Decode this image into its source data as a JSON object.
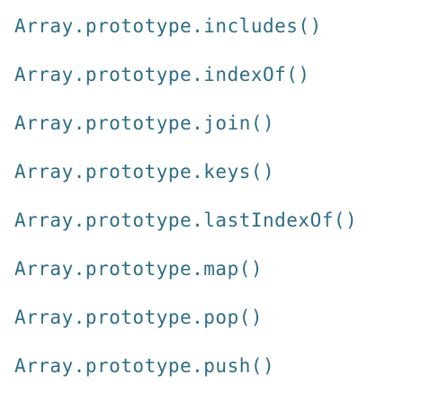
{
  "methods": [
    {
      "label": "Array.prototype.includes()"
    },
    {
      "label": "Array.prototype.indexOf()"
    },
    {
      "label": "Array.prototype.join()"
    },
    {
      "label": "Array.prototype.keys()"
    },
    {
      "label": "Array.prototype.lastIndexOf()"
    },
    {
      "label": "Array.prototype.map()"
    },
    {
      "label": "Array.prototype.pop()"
    },
    {
      "label": "Array.prototype.push()"
    }
  ],
  "colors": {
    "link": "#2e6d86",
    "background": "#ffffff"
  }
}
